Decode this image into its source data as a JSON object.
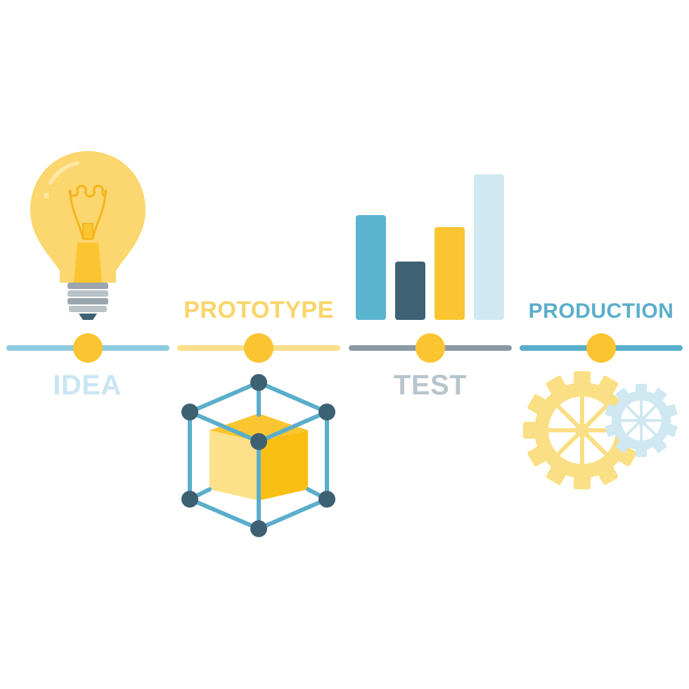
{
  "stages": [
    {
      "id": "idea",
      "label": "IDEA",
      "color": "#c9e6f2",
      "line_color": "#8fcbe0"
    },
    {
      "id": "prototype",
      "label": "PROTOTYPE",
      "color": "#f9d56b",
      "line_color": "#fbe08a"
    },
    {
      "id": "test",
      "label": "TEST",
      "color": "#b9c4cc",
      "line_color": "#8a9aa5"
    },
    {
      "id": "production",
      "label": "PRODUCTION",
      "color": "#5aaecb",
      "line_color": "#5aaecb"
    }
  ],
  "colors": {
    "node": "#fbc531",
    "bulb": "#fcd66e",
    "bulb_inner": "#fbc531",
    "socket": "#9aa5ad",
    "cube_front": "#fde08a",
    "cube_side": "#fbbf13",
    "frame": "#5aaecb",
    "vertex": "#3e6073",
    "bar_1": "#5ab4d0",
    "bar_2": "#3f6174",
    "bar_3": "#fbc531",
    "bar_4": "#cfe8f1",
    "gear_big": "#fbdf84",
    "gear_small": "#cfe8f1"
  },
  "icons": [
    "lightbulb-icon",
    "cube-icon",
    "bar-chart-icon",
    "gears-icon"
  ]
}
